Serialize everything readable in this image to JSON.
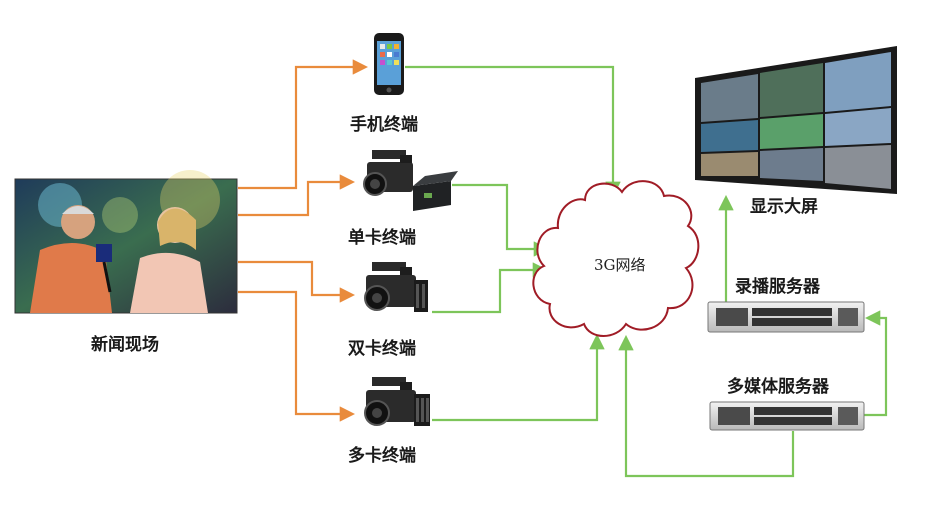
{
  "nodes": {
    "news_scene": "新闻现场",
    "phone": "手机终端",
    "single_card": "单卡终端",
    "dual_card": "双卡终端",
    "multi_card": "多卡终端",
    "network": "3G网络",
    "display_wall": "显示大屏",
    "record_server": "录播服务器",
    "media_server": "多媒体服务器"
  },
  "colors": {
    "orange_arrow": "#e98b3c",
    "green_arrow": "#7dc55a",
    "cloud_outline": "#a01c26",
    "label_text": "#1a1a1a"
  }
}
